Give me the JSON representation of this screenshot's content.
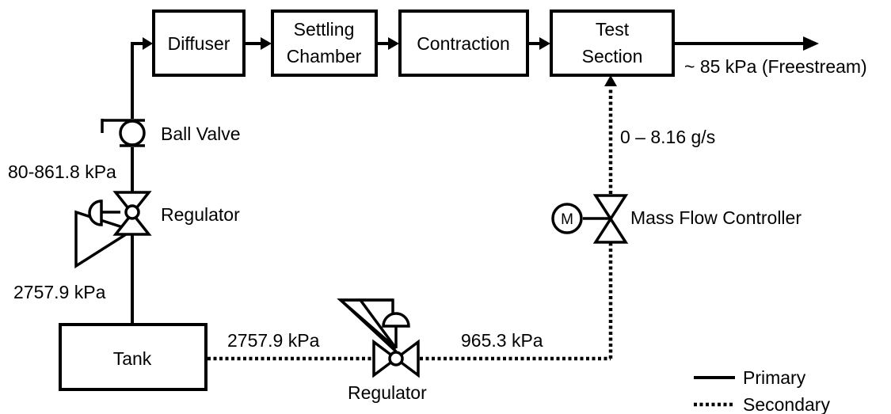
{
  "blocks": {
    "diffuser": "Diffuser",
    "settling_line1": "Settling",
    "settling_line2": "Chamber",
    "contraction": "Contraction",
    "test_line1": "Test",
    "test_line2": "Section",
    "tank": "Tank"
  },
  "labels": {
    "freestream": "~ 85 kPa (Freestream)",
    "ball_valve": "Ball Valve",
    "pressure_after_regulator": "80-861.8 kPa",
    "regulator_primary": "Regulator",
    "pressure_tank_primary": "2757.9 kPa",
    "flow_range": "0 – 8.16 g/s",
    "mass_flow_controller": "Mass Flow Controller",
    "motor_symbol": "M",
    "pressure_tank_secondary": "2757.9 kPa",
    "pressure_secondary_out": "965.3 kPa",
    "regulator_secondary": "Regulator"
  },
  "legend": {
    "primary": "Primary",
    "secondary": "Secondary"
  }
}
